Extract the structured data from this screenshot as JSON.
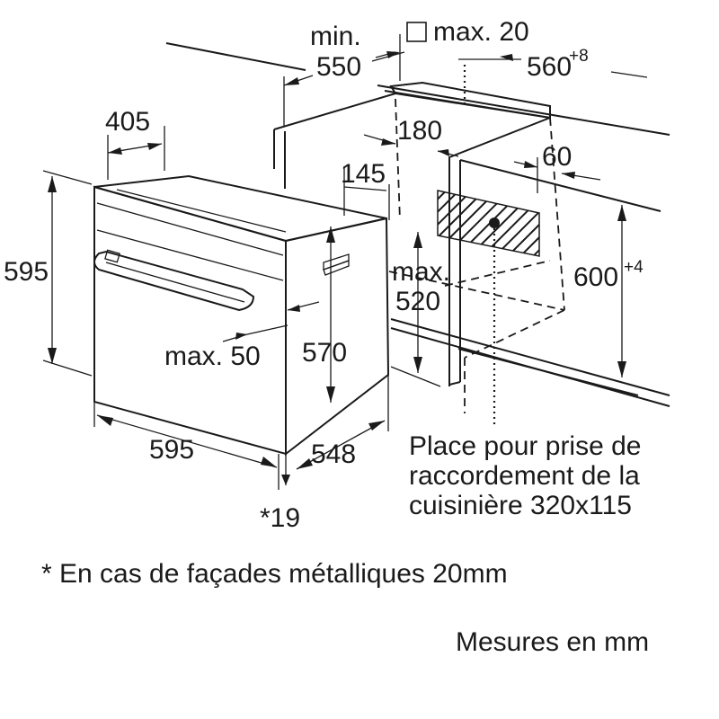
{
  "labels": {
    "min": "min.",
    "depth_550": "550",
    "max_20": "max. 20",
    "width_560": "560",
    "width_560_tol": "+8",
    "dim_405": "405",
    "dim_180": "180",
    "dim_145": "145",
    "dim_60": "60",
    "height_595": "595",
    "max_label": "max.",
    "max_520": "520",
    "height_600": "600",
    "height_600_tol": "+4",
    "max_50": "max. 50",
    "height_570": "570",
    "width_595": "595",
    "depth_548": "548",
    "star_19": "*19"
  },
  "notes": {
    "socket_line1": "Place pour prise de",
    "socket_line2": "raccordement de la",
    "socket_line3": "cuisinière 320x115",
    "footnote": "* En cas de façades métalliques 20mm",
    "units": "Mesures en mm"
  },
  "icons": {
    "square": "square-icon"
  }
}
